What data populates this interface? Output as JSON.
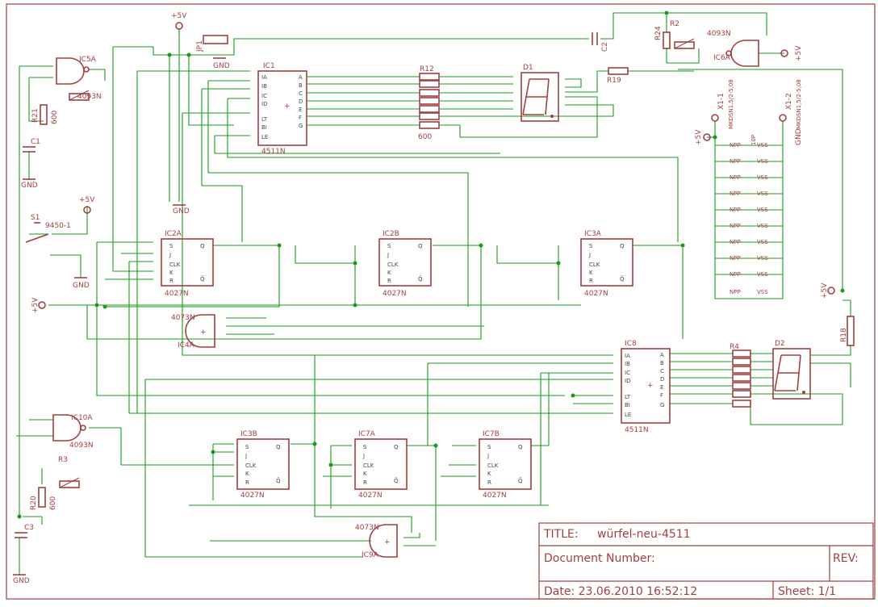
{
  "title_block": {
    "title_label": "TITLE:",
    "title_value": "würfel-neu-4511",
    "doc_number_label": "Document Number:",
    "rev_label": "REV:",
    "date_text": "Date: 23.06.2010 16:52:12",
    "sheet_text": "Sheet: 1/1"
  },
  "labels": {
    "ic1": "IC1",
    "ic1_type": "4511N",
    "ic8": "IC8",
    "ic8_type": "4511N",
    "ic2a": "IC2A",
    "ic2b": "IC2B",
    "ic3a": "IC3A",
    "ic3b": "IC3B",
    "ic7a": "IC7A",
    "ic7b": "IC7B",
    "ff_type": "4027N",
    "ic4a": "IC4A",
    "ic9a": "IC9A",
    "and_type": "4073N",
    "ic5a": "IC5A",
    "ic10a": "IC10A",
    "ic6a": "IC6A",
    "nand_type": "4093N",
    "r12": "R12",
    "r12_val": "600",
    "r4": "R4",
    "r19": "R19",
    "r18": "R18",
    "r2": "R2",
    "r24": "R24",
    "r21": "R21",
    "r21_val": "600",
    "r20": "R20",
    "r20_val": "600",
    "r3": "R3",
    "c1": "C1",
    "c2": "C2",
    "c3": "C3",
    "d1": "D1",
    "d2": "D2",
    "s1": "S1",
    "s1_type": "9450-1",
    "jp1": "JP1",
    "x1_1": "X1-1",
    "x1_2": "X1-2",
    "mkds": "MKDSN1,5/2-5,08",
    "p10": "10P",
    "vcc": "+5V",
    "gnd": "GND",
    "pin_nc": "NPP",
    "pin_vss": "VSS"
  },
  "ic4511_pins_left": [
    "IA",
    "IB",
    "IC",
    "ID",
    "LT",
    "BI",
    "LE"
  ],
  "ic4511_pins_right": [
    "A",
    "B",
    "C",
    "D",
    "E",
    "F",
    "G"
  ],
  "ff_pins_left": [
    "S",
    "J",
    "CLK",
    "K",
    "R"
  ],
  "ff_pins_right": [
    "Q",
    "Q̄"
  ]
}
